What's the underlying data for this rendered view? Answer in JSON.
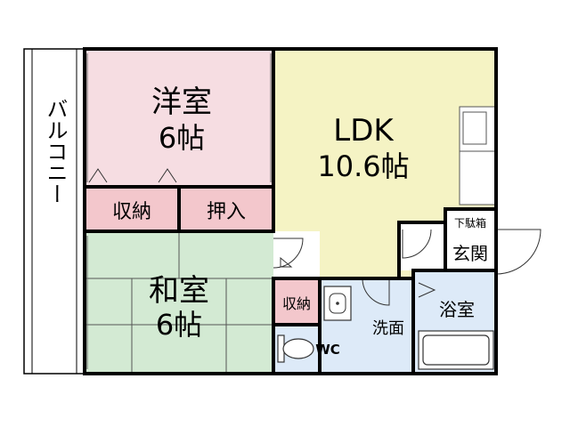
{
  "colors": {
    "western": "#f6dde2",
    "ldk": "#f5f3c4",
    "tatami": "#d3ead3",
    "storage": "#f3c7cc",
    "wet": "#ddeaf8",
    "wall": "#000000"
  },
  "rooms": {
    "balcony": "バルコニー",
    "western_name": "洋室",
    "western_size": "6帖",
    "ldk_name": "LDK",
    "ldk_size": "10.6帖",
    "japanese_name": "和室",
    "japanese_size": "6帖",
    "storage": "収納",
    "closet": "押入",
    "storage_small": "収納",
    "wc": "WC",
    "washroom": "洗面",
    "bath": "浴室",
    "shoe_box": "下駄箱",
    "entrance": "玄関"
  }
}
